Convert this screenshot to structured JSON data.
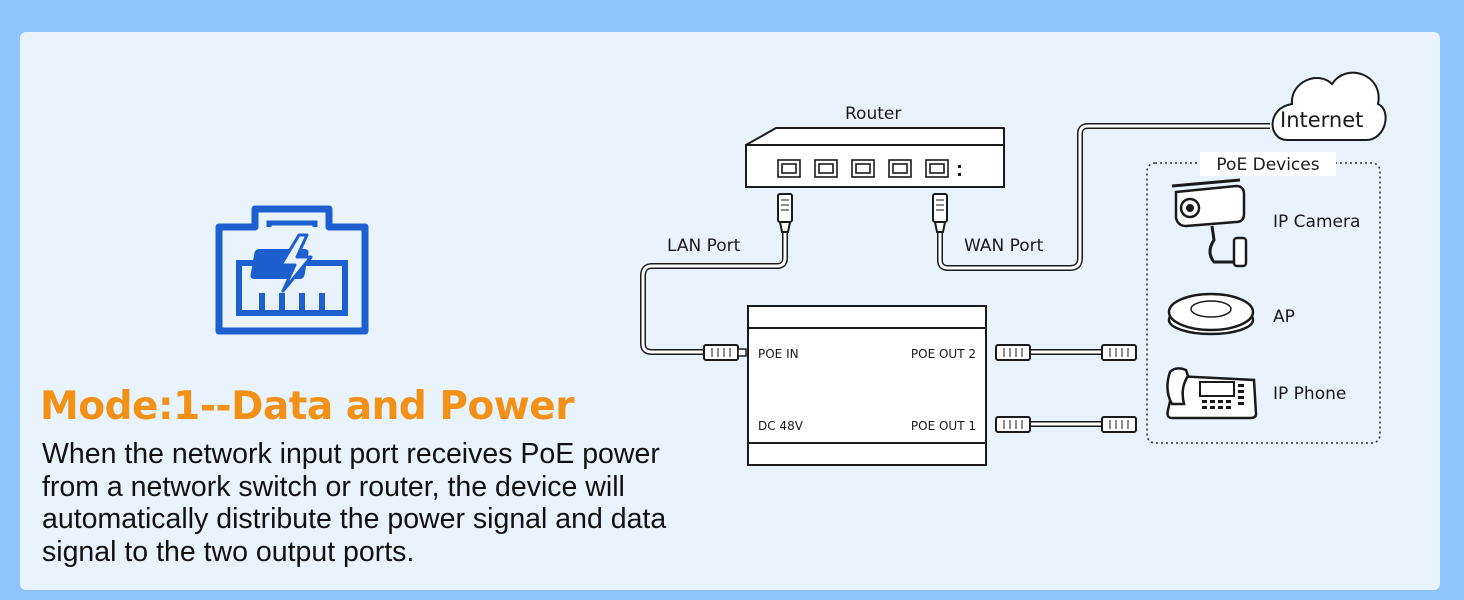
{
  "colors": {
    "background": "#8fc3fb",
    "panel": "#e9f3fd",
    "accent_orange": "#f39016",
    "icon_blue": "#1d5fce"
  },
  "headline": {
    "title": "Mode:1--Data and Power",
    "description": "When the network input port receives PoE power\nfrom a network switch or router, the device will\nautomatically distribute the power signal and data\nsignal to the two  output ports."
  },
  "diagram": {
    "router_label": "Router",
    "internet_label": "Internet",
    "lan_port_label": "LAN Port",
    "wan_port_label": "WAN Port",
    "poe_devices_label": "PoE Devices",
    "injector_ports": {
      "poe_in": "POE IN",
      "dc": "DC 48V",
      "out2": "POE OUT 2",
      "out1": "POE OUT 1"
    },
    "devices": [
      {
        "label": "IP Camera",
        "icon": "camera-icon"
      },
      {
        "label": "AP",
        "icon": "access-point-icon"
      },
      {
        "label": "IP Phone",
        "icon": "ip-phone-icon"
      }
    ]
  }
}
